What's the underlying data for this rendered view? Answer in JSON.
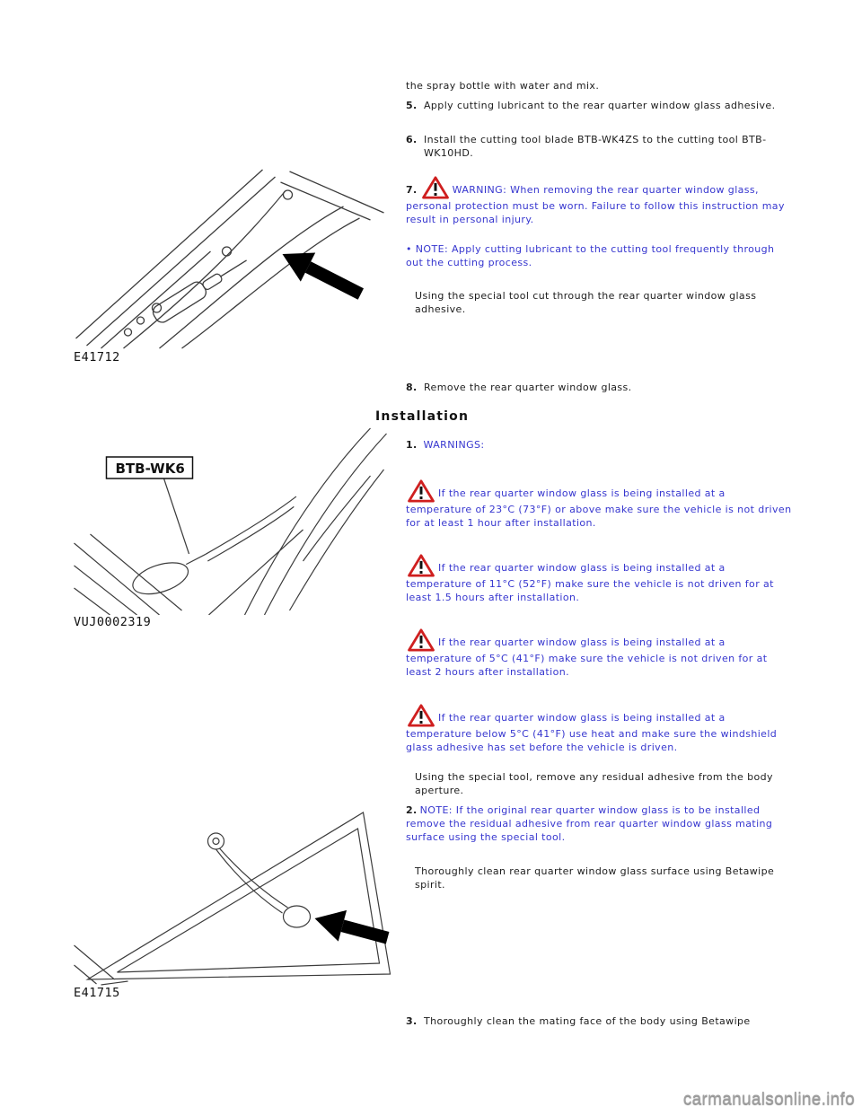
{
  "page": {
    "watermark": "carmanualsonline.info"
  },
  "removal": {
    "continued_text": "the spray bottle with water and mix.",
    "step5": {
      "num": "5.",
      "text": "Apply cutting lubricant to the rear quarter window glass adhesive."
    },
    "step6": {
      "num": "6.",
      "text": "Install the cutting tool blade BTB-WK4ZS to the cutting tool BTB-WK10HD."
    },
    "step7": {
      "num": "7.",
      "warning": "WARNING: When removing the rear quarter window glass, personal protection must be worn. Failure to follow this instruction may result in personal injury."
    },
    "note": "• NOTE: Apply cutting lubricant to the cutting tool frequently through out the cutting process.",
    "using_tool": "Using the special tool cut through the rear quarter window glass adhesive.",
    "step8": {
      "num": "8.",
      "text": "Remove the rear quarter window glass."
    }
  },
  "installation": {
    "heading": "Installation",
    "step1": {
      "num": "1.",
      "label": "WARNINGS:"
    },
    "warnings": [
      "If the rear quarter window glass is being installed at a temperature of 23°C (73°F) or above make sure the vehicle is not driven for at least 1 hour after installation.",
      "If the rear quarter window glass is being installed at a temperature of 11°C (52°F) make sure the vehicle is not driven for at least 1.5 hours after installation.",
      "If the rear quarter window glass is being installed at a temperature of 5°C (41°F) make sure the vehicle is not driven for at least 2 hours after installation.",
      "If the rear quarter window glass is being installed at a temperature below 5°C (41°F) use heat and make sure the windshield glass adhesive has set before the vehicle is driven."
    ],
    "using_tool": "Using the special tool, remove any residual adhesive from the body aperture.",
    "step2": {
      "num": "2.",
      "note": "NOTE: If the original rear quarter window glass is to be installed remove the residual adhesive from rear quarter window glass mating surface using the special tool."
    },
    "clean_text": "Thoroughly clean rear quarter window glass surface using Betawipe spirit.",
    "step3": {
      "num": "3.",
      "text": "Thoroughly clean the mating face of the body using Betawipe"
    }
  },
  "figures": {
    "fig1": {
      "label": "E41712"
    },
    "fig2": {
      "label": "VUJ0002319",
      "tool_label": "BTB-WK6"
    },
    "fig3": {
      "label": "E41715"
    }
  }
}
